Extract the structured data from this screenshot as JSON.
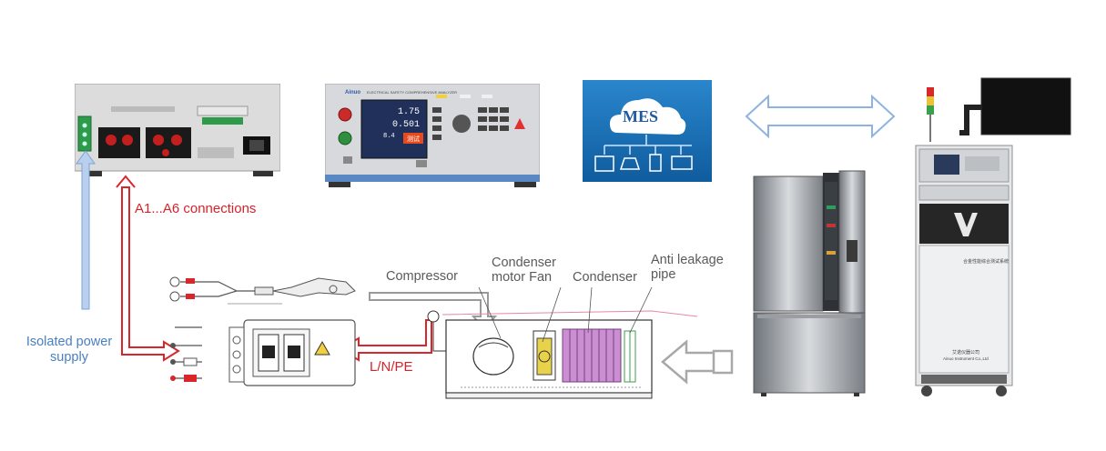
{
  "labels": {
    "a1_a6": "A1...A6 connections",
    "isolated_line1": "Isolated power",
    "isolated_line2": "supply",
    "lnpe": "L/N/PE",
    "compressor": "Compressor",
    "condenser_motor_line1": "Condenser",
    "condenser_motor_line2": "motor  Fan",
    "condenser": "Condenser",
    "anti_leakage_line1": "Anti leakage",
    "anti_leakage_line2": "pipe"
  },
  "mes": {
    "title": "MES"
  },
  "analyzer": {
    "brand": "Ainuo",
    "header": "ELECTRICAL SAFETY COMPREHENSIVE ANALYZER",
    "reading1": "1.75",
    "reading2": "0.501",
    "reading3": "8.4",
    "test_button": "测试"
  },
  "cabinet": {
    "label_text": "合金性能综合测试系统",
    "company_cn": "艾诺仪器公司",
    "company_en": "Ainuo Instrument Co.,Ltd"
  },
  "colors": {
    "red_arrow": "#d9262c",
    "blue_arrow": "#8fb3e0",
    "gray_arrow": "#a8a8a8",
    "mes_bg": "#1f73b8"
  }
}
